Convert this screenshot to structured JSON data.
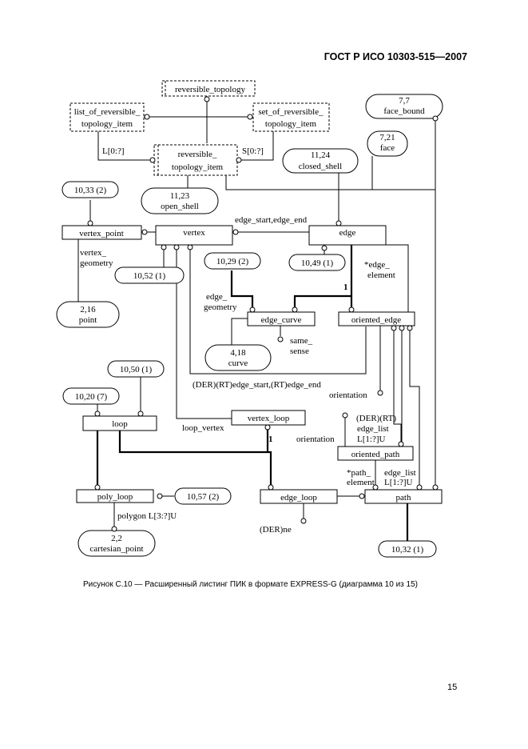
{
  "header": {
    "standard_code": "ГОСТ Р ИСО 10303-515—2007"
  },
  "figure": {
    "entities": {
      "reversible_topology": "reversible_topology",
      "list_item_l1": "list_of_reversible_",
      "list_item_l2": "topology_item",
      "set_item_l1": "set_of_reversible_",
      "set_item_l2": "topology_item",
      "rev_item_l1": "reversible_",
      "rev_item_l2": "topology_item",
      "vertex_point": "vertex_point",
      "vertex": "vertex",
      "edge": "edge",
      "edge_curve": "edge_curve",
      "oriented_edge": "oriented_edge",
      "vertex_loop": "vertex_loop",
      "loop": "loop",
      "oriented_path": "oriented_path",
      "poly_loop": "poly_loop",
      "edge_loop": "edge_loop",
      "path": "path"
    },
    "references": {
      "face_bound_num": "7,7",
      "face_bound_name": "face_bound",
      "face_num": "7,21",
      "face_name": "face",
      "closed_shell_num": "11,24",
      "closed_shell_name": "closed_shell",
      "open_shell_num": "11,23",
      "open_shell_name": "open_shell",
      "point_num": "2,16",
      "point_name": "point",
      "curve_num": "4,18",
      "curve_name": "curve",
      "cartesian_point_num": "2,2",
      "cartesian_point_name": "cartesian_point",
      "r_10_33": "10,33 (2)",
      "r_10_52": "10,52 (1)",
      "r_10_29": "10,29 (2)",
      "r_10_49": "10,49 (1)",
      "r_10_50": "10,50 (1)",
      "r_10_20": "10,20 (7)",
      "r_10_57": "10,57 (2)",
      "r_10_32": "10,32 (1)"
    },
    "labels": {
      "list_card": "L[0:?]",
      "set_card": "S[0:?]",
      "edge_start_end": "edge_start,edge_end",
      "vertex_geometry_l1": "vertex_",
      "vertex_geometry_l2": "geometry",
      "edge_element_l1": "*edge_",
      "edge_element_l2": "element",
      "one_a": "1",
      "edge_geometry_l1": "edge_",
      "edge_geometry_l2": "geometry",
      "same_sense_l1": "same_",
      "same_sense_l2": "sense",
      "der_edge_start_end": "(DER)(RT)edge_start,(RT)edge_end",
      "orientation_a": "orientation",
      "der_rt": "(DER)(RT)",
      "edge_list_a": "edge_list",
      "card_a": "L[1:?]U",
      "loop_vertex": "loop_vertex",
      "one_b": "1",
      "orientation_b": "orientation",
      "path_element_l1": "*path_",
      "path_element_l2": "element",
      "edge_list_b": "edge_list",
      "card_b": "L[1:?]U",
      "polygon": "polygon L[3:?]U",
      "der_ne": "(DER)ne"
    }
  },
  "caption": "Рисунок С.10 — Расширенный листинг ПИК в формате EXPRESS-G (диаграмма 10 из 15)",
  "page_number": "15"
}
